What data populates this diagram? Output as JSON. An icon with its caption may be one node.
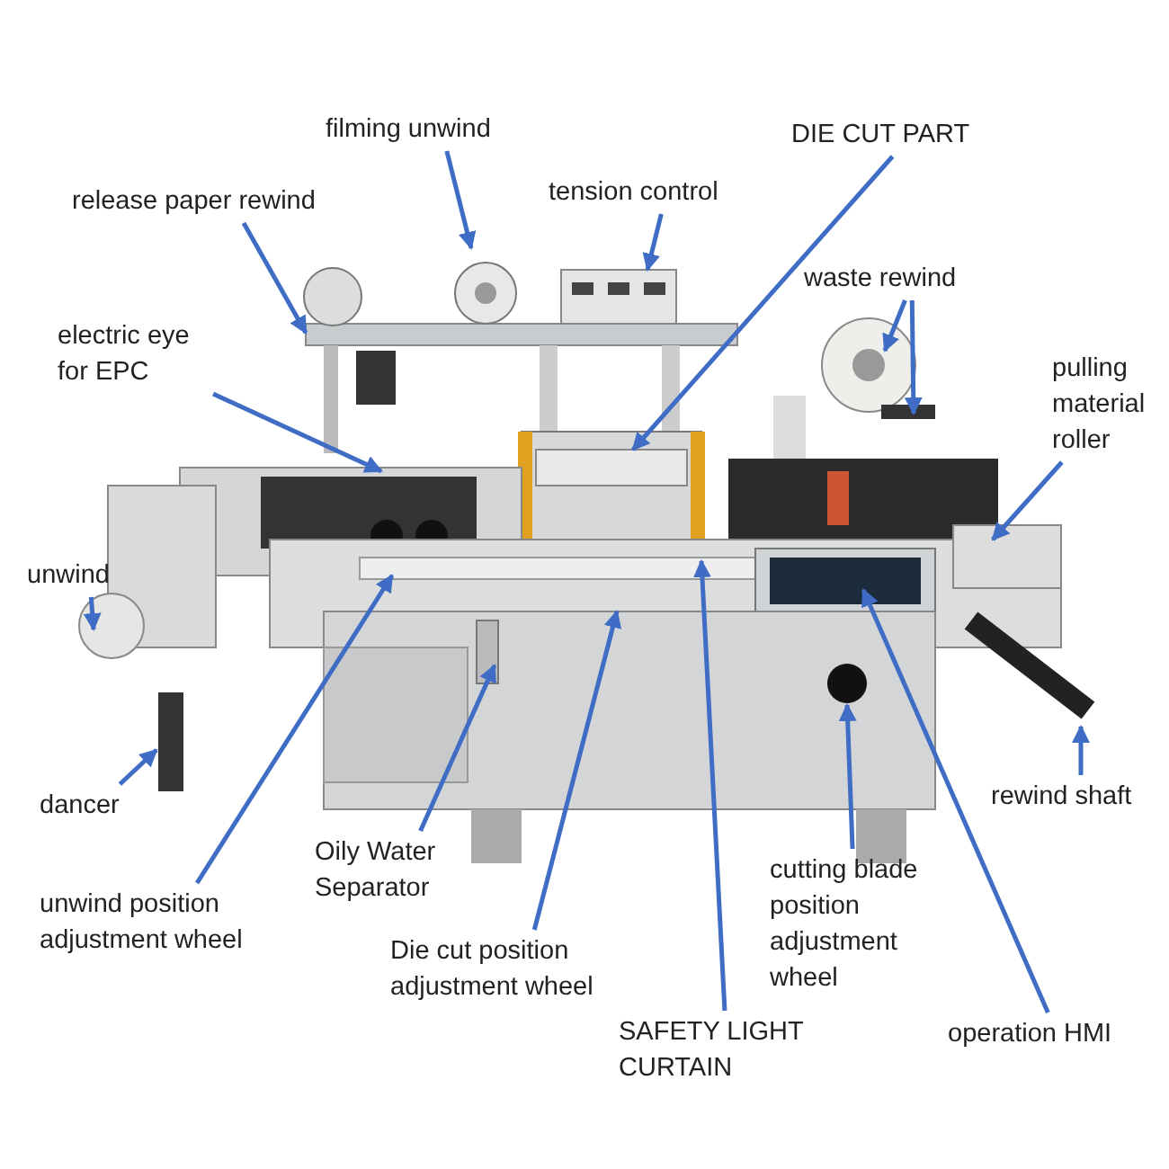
{
  "diagram": {
    "nodes": [
      {
        "text": [
          "filming unwind"
        ]
      },
      {
        "text": [
          "DIE CUT PART"
        ]
      },
      {
        "text": [
          "release paper rewind"
        ]
      },
      {
        "text": [
          "tension control"
        ]
      },
      {
        "text": [
          "waste rewind"
        ]
      },
      {
        "text": [
          "electric eye for EPC"
        ]
      },
      {
        "text": [
          "pulling material roller"
        ]
      },
      {
        "text": [
          "unwind"
        ]
      },
      {
        "text": [
          "dancer"
        ]
      },
      {
        "text": [
          "rewind shaft"
        ]
      },
      {
        "text": [
          "Oily Water Separator"
        ]
      },
      {
        "text": [
          "unwind position adjustment wheel"
        ]
      },
      {
        "text": [
          "cutting blade position adjustment wheel"
        ]
      },
      {
        "text": [
          "Die cut position adjustment wheel"
        ]
      },
      {
        "text": [
          "SAFETY LIGHT CURTAIN"
        ]
      },
      {
        "text": [
          "operation HMI"
        ]
      }
    ],
    "edges": [
      {
        "from": 0,
        "to": null,
        "arrow": "to"
      },
      {
        "from": 1,
        "to": null,
        "arrow": "to"
      },
      {
        "from": 2,
        "to": null,
        "arrow": "to"
      },
      {
        "from": 3,
        "to": null,
        "arrow": "to"
      },
      {
        "from": 4,
        "to": null,
        "arrow": "to"
      },
      {
        "from": 4,
        "to": null,
        "arrow": "to"
      },
      {
        "from": 5,
        "to": null,
        "arrow": "to"
      },
      {
        "from": 6,
        "to": null,
        "arrow": "to"
      },
      {
        "from": 7,
        "to": null,
        "arrow": "to"
      },
      {
        "from": 8,
        "to": null,
        "arrow": "to"
      },
      {
        "from": 9,
        "to": null,
        "arrow": "to"
      },
      {
        "from": 10,
        "to": null,
        "arrow": "to"
      },
      {
        "from": 11,
        "to": null,
        "arrow": "to"
      },
      {
        "from": 12,
        "to": null,
        "arrow": "to"
      },
      {
        "from": 13,
        "to": null,
        "arrow": "to"
      },
      {
        "from": 14,
        "to": null,
        "arrow": "to"
      },
      {
        "from": 15,
        "to": null,
        "arrow": "to"
      }
    ]
  }
}
